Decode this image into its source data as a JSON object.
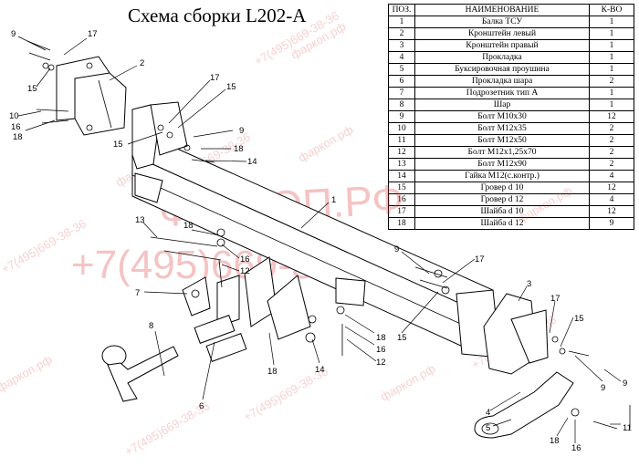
{
  "title": "Схема сборки L202-A",
  "table": {
    "headers": [
      "ПОЗ.",
      "НАИМЕНОВАНИЕ",
      "К-ВО"
    ],
    "rows": [
      [
        "1",
        "Балка ТСУ",
        "1"
      ],
      [
        "2",
        "Кронштейн левый",
        "1"
      ],
      [
        "3",
        "Кронштейн правый",
        "1"
      ],
      [
        "4",
        "Прокладка",
        "1"
      ],
      [
        "5",
        "Буксировочная проушина",
        "1"
      ],
      [
        "6",
        "Прокладка шара",
        "2"
      ],
      [
        "7",
        "Подрозетник тип А",
        "1"
      ],
      [
        "8",
        "Шар",
        "1"
      ],
      [
        "9",
        "Болт М10х30",
        "12"
      ],
      [
        "10",
        "Болт М12х35",
        "2"
      ],
      [
        "11",
        "Болт М12х50",
        "2"
      ],
      [
        "12",
        "Болт М12х1,25х70",
        "2"
      ],
      [
        "13",
        "Болт М12х90",
        "2"
      ],
      [
        "14",
        "Гайка М12(с.контр.)",
        "4"
      ],
      [
        "15",
        "Гровер d 10",
        "12"
      ],
      [
        "16",
        "Гровер d 12",
        "4"
      ],
      [
        "17",
        "Шайба d 10",
        "12"
      ],
      [
        "18",
        "Шайба d 12",
        "9"
      ]
    ]
  },
  "callouts": {
    "c9a": "9",
    "c17a": "17",
    "c15a": "15",
    "c2": "2",
    "c10": "10",
    "c16a": "16",
    "c18a": "18",
    "c17b": "17",
    "c15b": "15",
    "c9b": "9",
    "c15c": "15",
    "c18b": "18",
    "c14a": "14",
    "c1": "1",
    "c13": "13",
    "c18c": "18",
    "c16b": "16",
    "c12a": "12",
    "c7": "7",
    "c8": "8",
    "c6": "6",
    "c18d": "18",
    "c14b": "14",
    "c12b": "12",
    "c16c": "16",
    "c18e": "18",
    "c9c": "9",
    "c17c": "17",
    "c15d": "15",
    "c3": "3",
    "c17d": "17",
    "c15e": "15",
    "c9d": "9",
    "c4": "4",
    "c5": "5",
    "c18f": "18",
    "c16d": "16",
    "c9e": "9",
    "c11": "11"
  },
  "watermarks": {
    "brand": "ФАРКОП.РФ",
    "phone": "+7(495)669-38-36",
    "small_site": "фаркоп.рф",
    "small_phone": "+7(495)669-38-36"
  },
  "colors": {
    "watermark": "#dc2828",
    "line": "#000000",
    "background": "#ffffff"
  }
}
